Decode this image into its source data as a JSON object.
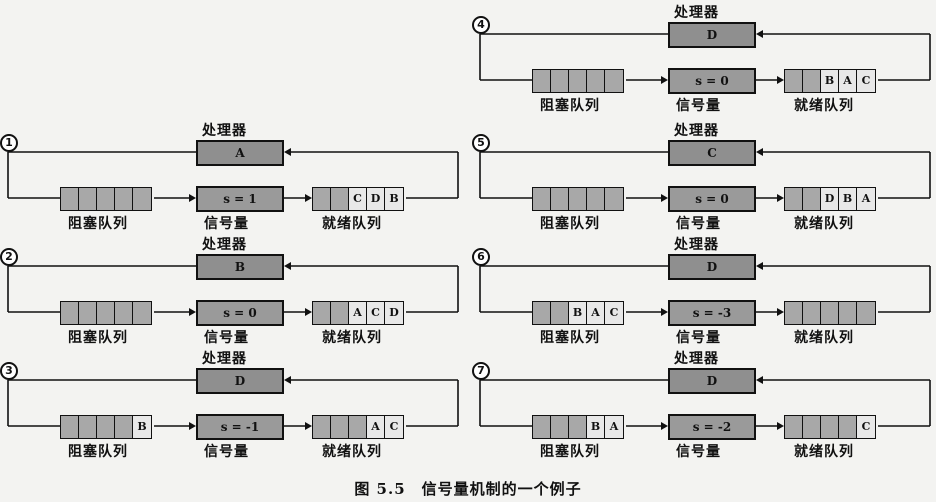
{
  "caption": "图 5.5　信号量机制的一个例子",
  "labels": {
    "processor": "处理器",
    "blocked_queue": "阻塞队列",
    "semaphore": "信号量",
    "ready_queue": "就绪队列"
  },
  "panels": [
    {
      "number": "1",
      "processor": "A",
      "semaphore": "s = 1",
      "blocked": [
        "",
        "",
        "",
        "",
        ""
      ],
      "ready": [
        "",
        "",
        "C",
        "D",
        "B"
      ]
    },
    {
      "number": "2",
      "processor": "B",
      "semaphore": "s = 0",
      "blocked": [
        "",
        "",
        "",
        "",
        ""
      ],
      "ready": [
        "",
        "",
        "A",
        "C",
        "D"
      ]
    },
    {
      "number": "3",
      "processor": "D",
      "semaphore": "s = -1",
      "blocked": [
        "",
        "",
        "",
        "",
        "B"
      ],
      "ready": [
        "",
        "",
        "",
        "A",
        "C"
      ]
    },
    {
      "number": "4",
      "processor": "D",
      "semaphore": "s = 0",
      "blocked": [
        "",
        "",
        "",
        "",
        ""
      ],
      "ready": [
        "",
        "",
        "B",
        "A",
        "C"
      ]
    },
    {
      "number": "5",
      "processor": "C",
      "semaphore": "s = 0",
      "blocked": [
        "",
        "",
        "",
        "",
        ""
      ],
      "ready": [
        "",
        "",
        "D",
        "B",
        "A"
      ]
    },
    {
      "number": "6",
      "processor": "D",
      "semaphore": "s = -3",
      "blocked": [
        "",
        "",
        "B",
        "A",
        "C"
      ],
      "ready": [
        "",
        "",
        "",
        "",
        ""
      ]
    },
    {
      "number": "7",
      "processor": "D",
      "semaphore": "s = -2",
      "blocked": [
        "",
        "",
        "",
        "B",
        "A"
      ],
      "ready": [
        "",
        "",
        "",
        "",
        "C"
      ]
    }
  ]
}
